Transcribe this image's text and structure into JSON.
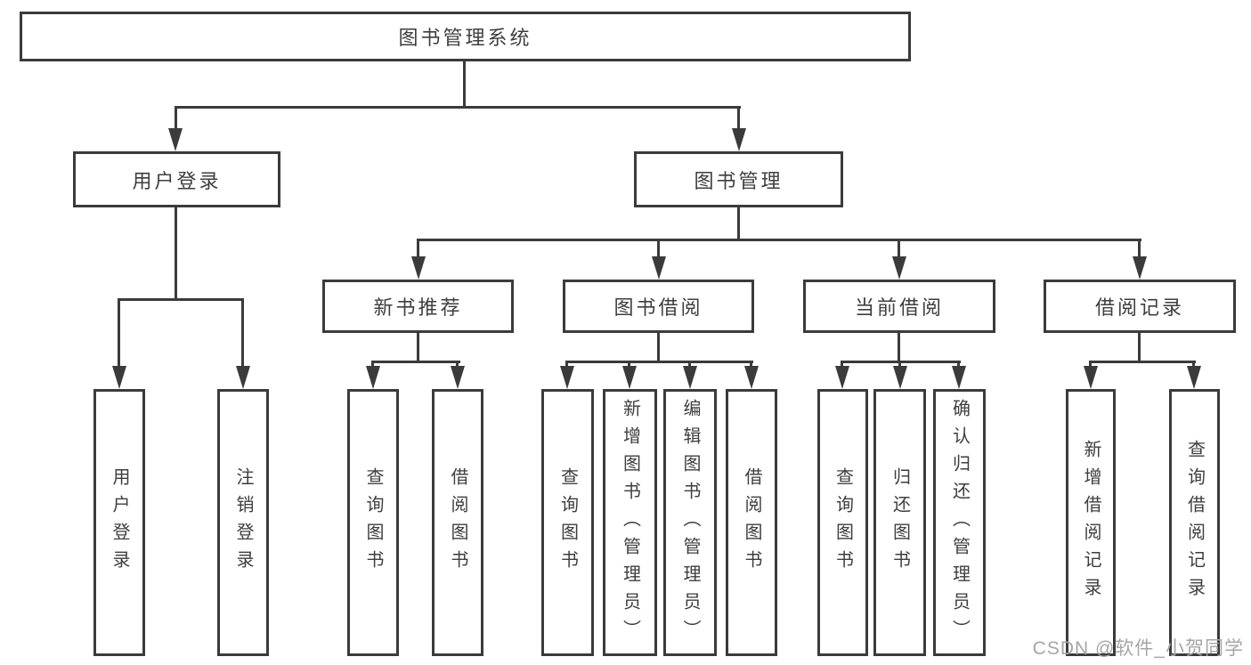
{
  "diagram": {
    "root": "图书管理系统",
    "branches": [
      {
        "label": "用户登录",
        "children": [
          {
            "label": "用户登录"
          },
          {
            "label": "注销登录"
          }
        ]
      },
      {
        "label": "图书管理",
        "children": [
          {
            "label": "新书推荐",
            "children": [
              {
                "label": "查询图书"
              },
              {
                "label": "借阅图书"
              }
            ]
          },
          {
            "label": "图书借阅",
            "children": [
              {
                "label": "查询图书"
              },
              {
                "label": "新增图书（管理员）"
              },
              {
                "label": "编辑图书（管理员）"
              },
              {
                "label": "借阅图书"
              }
            ]
          },
          {
            "label": "当前借阅",
            "children": [
              {
                "label": "查询图书"
              },
              {
                "label": "归还图书"
              },
              {
                "label": "确认归还（管理员）"
              }
            ]
          },
          {
            "label": "借阅记录",
            "children": [
              {
                "label": "新增借阅记录"
              },
              {
                "label": "查询借阅记录"
              }
            ]
          }
        ]
      }
    ]
  },
  "watermark": {
    "text": "CSDN @软件_小贺同学"
  },
  "colors": {
    "line": "#3b3b3b",
    "text": "#3e3e3e",
    "background": "#ffffff",
    "watermark": "#a6a6a6"
  }
}
